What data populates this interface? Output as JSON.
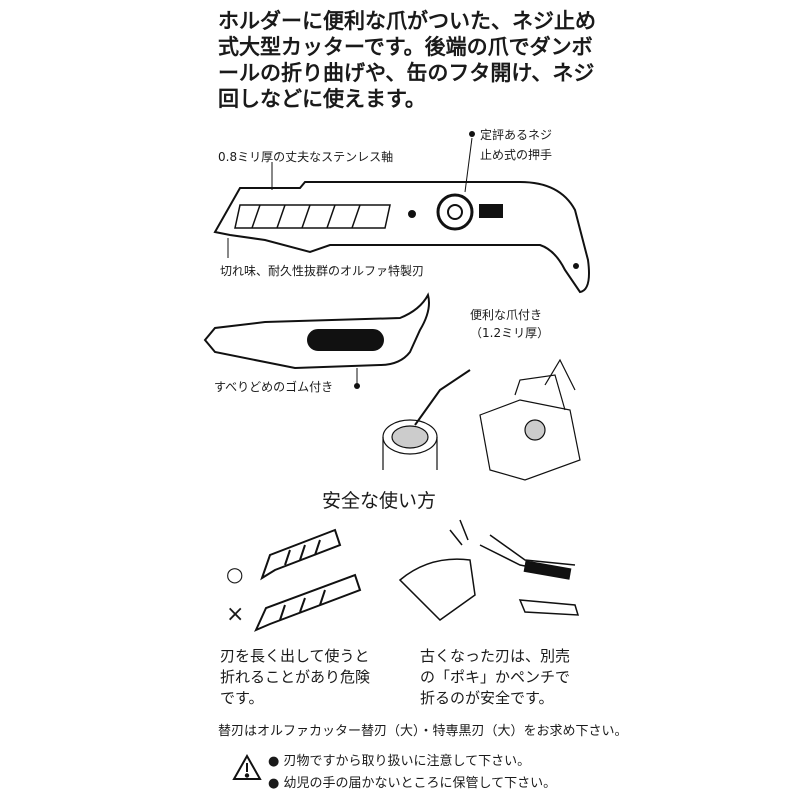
{
  "intro": {
    "lines": [
      "ホルダーに便利な爪がついた、ネジ止め",
      "式大型カッターです。後端の爪でダンボ",
      "ールの折り曲げや、缶のフタ開け、ネジ",
      "回しなどに使えます。"
    ]
  },
  "features": {
    "shaft": "0.8ミリ厚の丈夫なステンレス軸",
    "screw_line1": "定評あるネジ",
    "screw_line2": "止め式の押手",
    "blade": "切れ味、耐久性抜群のオルファ特製刃",
    "claw_line1": "便利な爪付き",
    "claw_line2": "（1.2ミリ厚）",
    "grip": "すべりどめのゴム付き"
  },
  "safety": {
    "title": "安全な使い方",
    "good_mark": "○",
    "bad_mark": "×",
    "left_lines": [
      "刃を長く出して使うと",
      "折れることがあり危険",
      "です。"
    ],
    "right_lines": [
      "古くなった刃は、別売",
      "の「ポキ」かペンチで",
      "折るのが安全です。"
    ]
  },
  "notes": {
    "replacement": "替刃はオルファカッター替刃（大）・特専黒刃（大）をお求め下さい。",
    "warning1": "● 刃物ですから取り扱いに注意して下さい。",
    "warning2": "● 幼児の手の届かないところに保管して下さい。"
  }
}
